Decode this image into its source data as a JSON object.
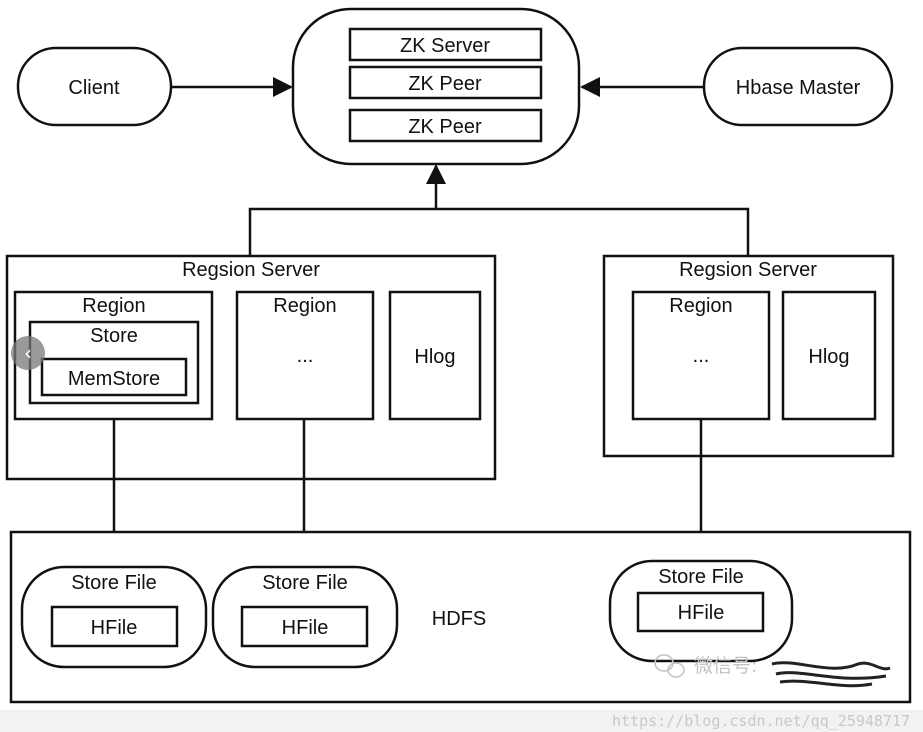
{
  "diagram": {
    "zookeeper": {
      "zk_server": "ZK Server",
      "zk_peer_1": "ZK Peer",
      "zk_peer_2": "ZK Peer"
    },
    "client": "Client",
    "hbase_master": "Hbase Master",
    "region_server_left": {
      "title": "Regsion Server",
      "region_1": "Region",
      "store": "Store",
      "memstore": "MemStore",
      "region_2": "Region",
      "region_2_content": "...",
      "hlog": "Hlog"
    },
    "region_server_right": {
      "title": "Regsion Server",
      "region": "Region",
      "region_content": "...",
      "hlog": "Hlog"
    },
    "hdfs": {
      "label": "HDFS",
      "store_file_1": "Store File",
      "hfile_1": "HFile",
      "store_file_2": "Store File",
      "hfile_2": "HFile",
      "store_file_3": "Store File",
      "hfile_3": "HFile"
    }
  },
  "watermark": {
    "wechat": "微信号:",
    "url": "https://blog.csdn.net/qq_25948717"
  },
  "icons": {
    "prev": "chevron-left-icon",
    "wechat": "wechat-icon"
  }
}
